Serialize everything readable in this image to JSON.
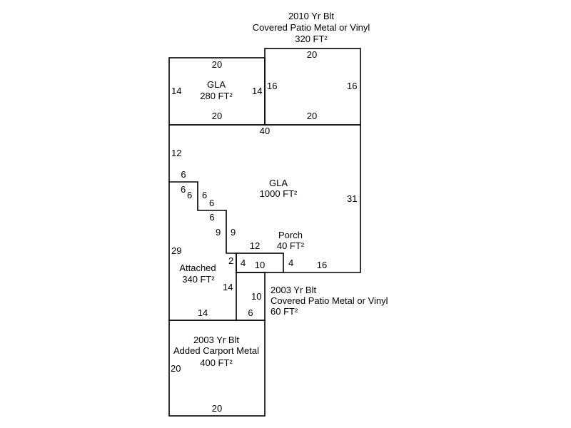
{
  "areas": {
    "patio_top": {
      "line1": "2010 Yr Blt",
      "line2": "Covered Patio Metal or Vinyl",
      "area": "320 FT²"
    },
    "gla_small": {
      "line1": "GLA",
      "area": "280 FT²"
    },
    "gla_main": {
      "line1": "GLA",
      "area": "1000 FT²"
    },
    "porch": {
      "line1": "Porch",
      "area": "40 FT²"
    },
    "attached": {
      "line1": "Attached",
      "area": "340 FT²"
    },
    "patio_small": {
      "line1": "2003 Yr Blt",
      "line2": "Covered Patio Metal or Vinyl",
      "area": "60 FT²"
    },
    "carport": {
      "line1": "2003 Yr Blt",
      "line2": "Added Carport Metal",
      "area": "400 FT²"
    }
  },
  "dims": {
    "gla_small_top": "20",
    "gla_small_left": "14",
    "gla_small_right": "14",
    "gla_small_bottom": "20",
    "patio_top_top": "20",
    "patio_top_left": "16",
    "patio_top_right": "16",
    "patio_top_bottom": "20",
    "main_top": "40",
    "main_left": "12",
    "main_right": "31",
    "step1_top": "6",
    "step1_left_a": "6",
    "step1_left_b": "6",
    "step2_top_a": "6",
    "step2_top_b": "6",
    "step3_top": "6",
    "step3_left_a": "9",
    "step3_left_b": "9",
    "porch_top": "12",
    "porch_left": "2",
    "porch_inner_left": "4",
    "porch_bottom": "10",
    "porch_right": "4",
    "main_bottom": "16",
    "attached_left": "29",
    "attached_right": "14",
    "attached_bottom": "14",
    "patio_small_right": "10",
    "patio_small_bottom": "6",
    "carport_left": "20",
    "carport_bottom": "20"
  }
}
